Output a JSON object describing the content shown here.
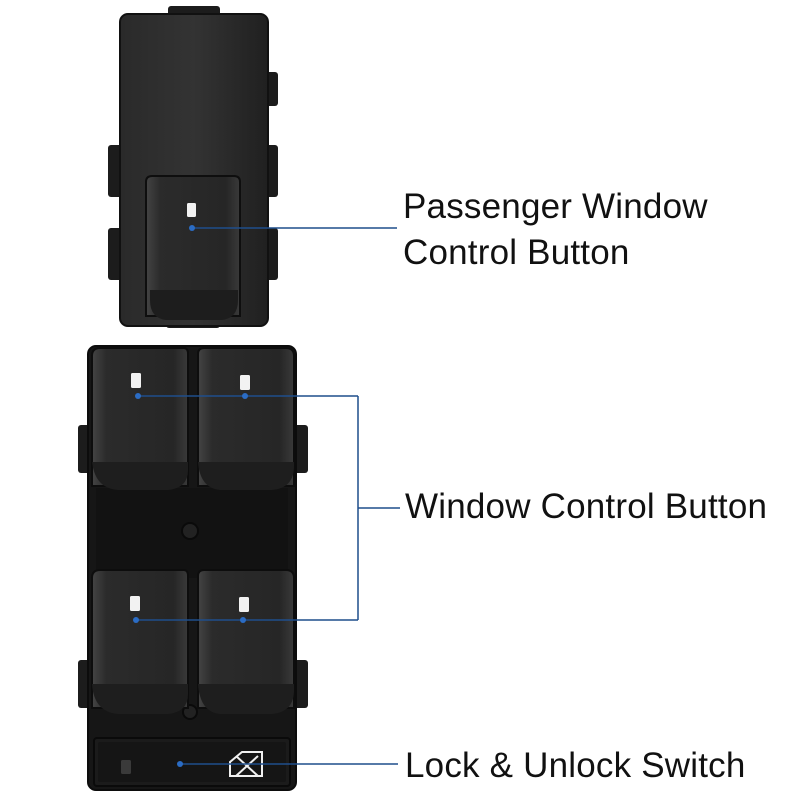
{
  "colors": {
    "leader_line": "#1f4e8c",
    "switch_body": "#1a1a1a",
    "button_face": "#222222",
    "indicator": "#f2f2f2"
  },
  "callouts": {
    "passenger": {
      "line1": "Passenger Window",
      "line2": "Control Button"
    },
    "window": {
      "text": "Window Control Button"
    },
    "lock": {
      "text": "Lock & Unlock Switch"
    }
  },
  "icons": {
    "lock_switch": "window-lock-icon"
  }
}
